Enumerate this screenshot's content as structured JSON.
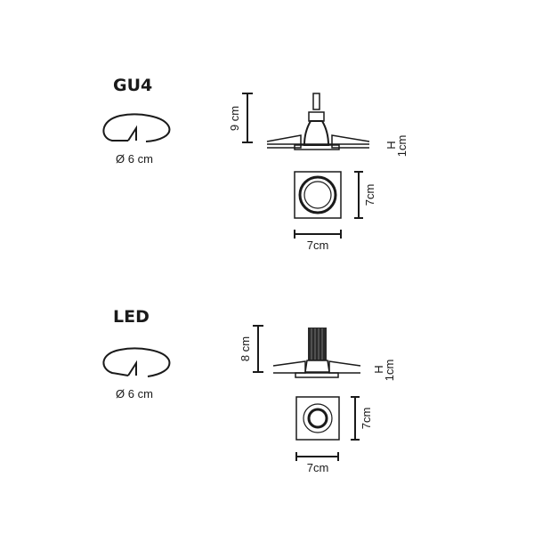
{
  "variants": [
    {
      "title": "GU4",
      "cutout_label": "Ø 6 cm",
      "height_label": "9 cm",
      "flange_label": "1cm",
      "flange_marker": "H",
      "depth_label": "7cm",
      "width_label": "7cm"
    },
    {
      "title": "LED",
      "cutout_label": "Ø 6 cm",
      "height_label": "8 cm",
      "flange_label": "1cm",
      "flange_marker": "H",
      "depth_label": "7cm",
      "width_label": "7cm"
    }
  ]
}
